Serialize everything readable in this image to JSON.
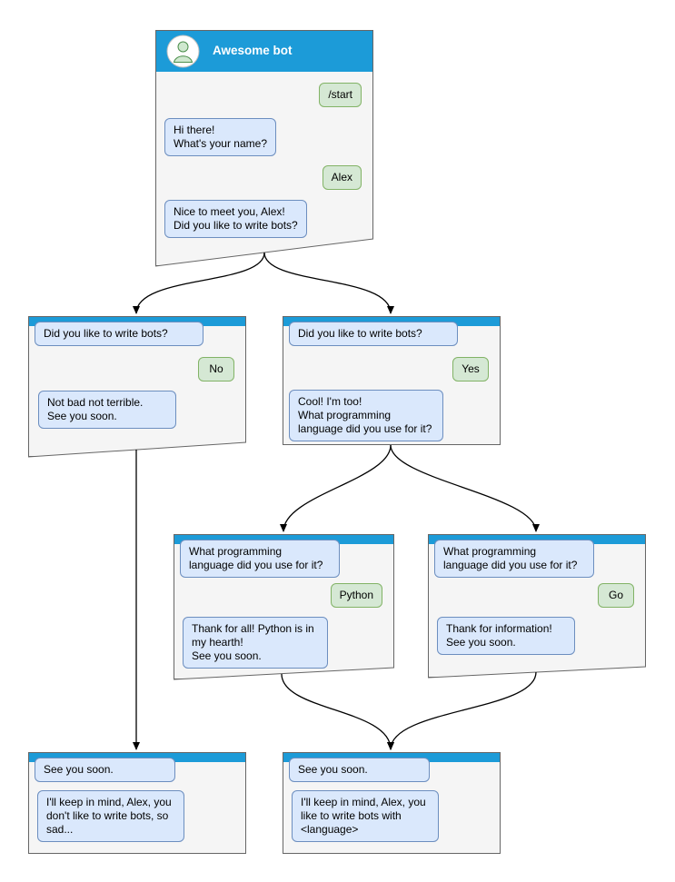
{
  "colors": {
    "header_blue": "#1c9bd8",
    "window_bg": "#f5f5f5",
    "window_border": "#666666",
    "bot_bubble_bg": "#dae8fc",
    "bot_bubble_border": "#6c8ebf",
    "user_bubble_bg": "#d5e8d4",
    "user_bubble_border": "#82b366"
  },
  "main_window": {
    "title": "Awesome bot",
    "messages": {
      "start_command": "/start",
      "greeting": "Hi there!\nWhat's your name?",
      "user_name": "Alex",
      "nice_to_meet": "Nice to meet you, Alex!\nDid you like to write bots?"
    }
  },
  "no_branch": {
    "question": "Did you like to write bots?",
    "answer": "No",
    "reply": "Not bad not terrible.\nSee you soon."
  },
  "yes_branch": {
    "question": "Did you like to write bots?",
    "answer": "Yes",
    "reply": "Cool! I'm too!\nWhat programming\nlanguage did you use for it?"
  },
  "python_branch": {
    "question": "What programming\nlanguage did you use for it?",
    "answer": "Python",
    "reply": "Thank for all! Python is in\nmy hearth!\nSee you soon."
  },
  "go_branch": {
    "question": "What programming\nlanguage did you use for it?",
    "answer": "Go",
    "reply": "Thank for information!\nSee you soon."
  },
  "end_no": {
    "first": "See you soon.",
    "second": "I'll keep in mind, Alex, you\ndon't like to write bots, so\nsad..."
  },
  "end_yes": {
    "first": "See you soon.",
    "second": "I'll keep in mind, Alex, you\nlike to write bots with\n<language>"
  }
}
